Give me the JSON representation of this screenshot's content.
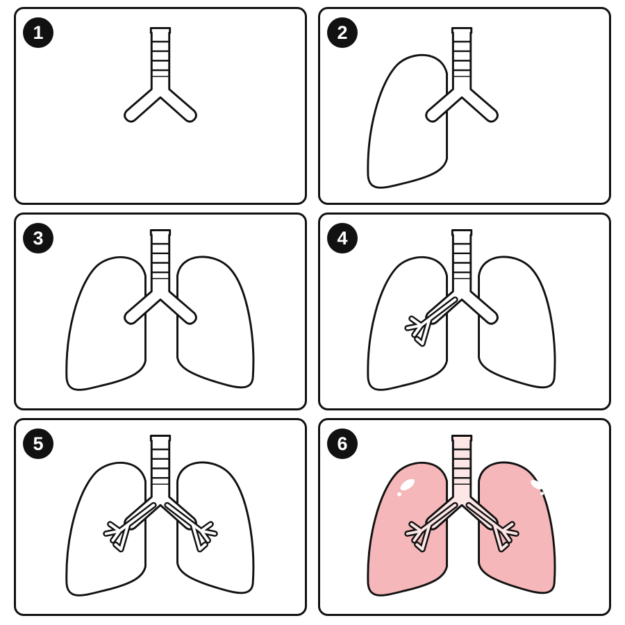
{
  "colors": {
    "outline": "#111111",
    "lung_fill": "#f5b7b9",
    "lung_edge_shade": "#ef9da1",
    "airway_fill": "#fde6e6",
    "highlight": "#ffffff"
  },
  "steps": [
    {
      "number": "1",
      "parts": [
        "trachea",
        "bronchi"
      ]
    },
    {
      "number": "2",
      "parts": [
        "trachea",
        "bronchi",
        "right-lung"
      ]
    },
    {
      "number": "3",
      "parts": [
        "trachea",
        "bronchi",
        "right-lung",
        "left-lung"
      ]
    },
    {
      "number": "4",
      "parts": [
        "trachea",
        "bronchi",
        "right-lung",
        "left-lung",
        "bronchial-tree-right"
      ]
    },
    {
      "number": "5",
      "parts": [
        "trachea",
        "bronchi",
        "right-lung",
        "left-lung",
        "bronchial-tree-right",
        "bronchial-tree-left"
      ]
    },
    {
      "number": "6",
      "parts": [
        "trachea",
        "bronchi",
        "right-lung",
        "left-lung",
        "bronchial-tree-right",
        "bronchial-tree-left",
        "color"
      ]
    }
  ]
}
